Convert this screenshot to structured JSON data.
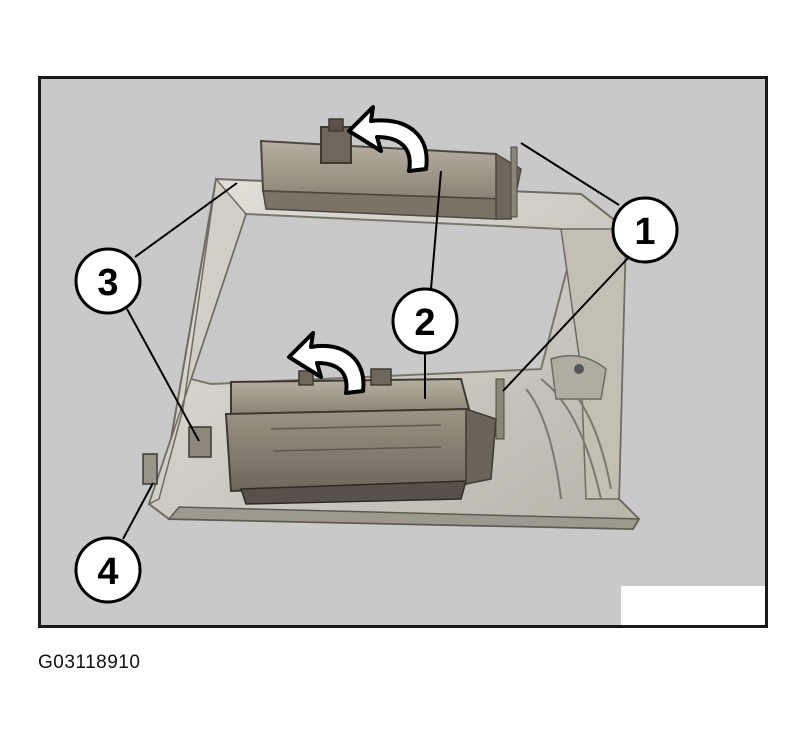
{
  "figure_id": "G03118910",
  "colors": {
    "background": "#c9c9c9",
    "frame_border": "#1a1a1a",
    "part_frame": "#d7d4cc",
    "module": "#8e8678"
  },
  "callouts": [
    {
      "label": "1"
    },
    {
      "label": "2"
    },
    {
      "label": "3"
    },
    {
      "label": "4"
    }
  ]
}
